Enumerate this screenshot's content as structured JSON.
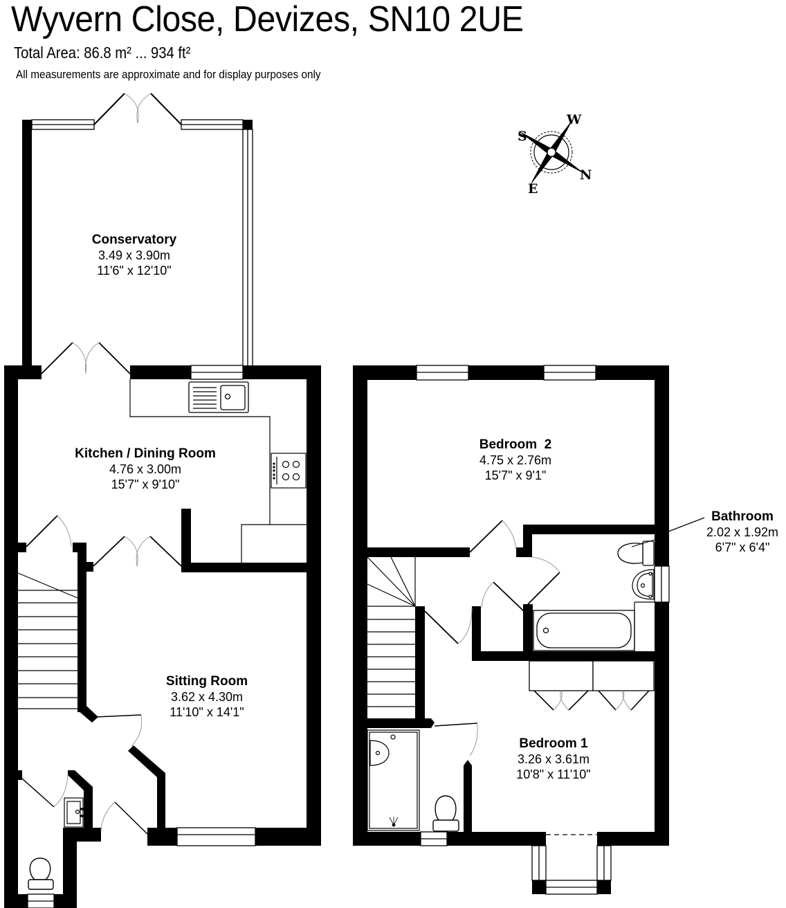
{
  "header": {
    "title": "Wyvern Close, Devizes, SN10 2UE",
    "total_area": "Total Area: 86.8 m² ... 934 ft²",
    "disclaimer": "All measurements are approximate and for display purposes only"
  },
  "compass": {
    "icon": "compass-rose-icon",
    "letters": {
      "north": "N",
      "south": "S",
      "east": "E",
      "west": "W"
    }
  },
  "ground_floor": {
    "rooms": [
      {
        "id": "conservatory",
        "name": "Conservatory",
        "metric": "3.49 x 3.90m",
        "imperial": "11'6\" x 12'10\""
      },
      {
        "id": "kitchen",
        "name": "Kitchen / Dining Room",
        "metric": "4.76 x 3.00m",
        "imperial": "15'7\" x 9'10\""
      },
      {
        "id": "sitting",
        "name": "Sitting Room",
        "metric": "3.62 x 4.30m",
        "imperial": "11'10\" x 14'1\""
      }
    ],
    "fixtures": [
      "sink-icon",
      "hob-icon",
      "staircase-icon",
      "toilet-icon",
      "washbasin-icon"
    ]
  },
  "first_floor": {
    "rooms": [
      {
        "id": "bedroom2",
        "name": "Bedroom  2",
        "metric": "4.75 x 2.76m",
        "imperial": "15'7\" x 9'1\""
      },
      {
        "id": "bathroom",
        "name": "Bathroom",
        "metric": "2.02 x 1.92m",
        "imperial": "6'7\" x 6'4\""
      },
      {
        "id": "bedroom1",
        "name": "Bedroom 1",
        "metric": "3.26 x 3.61m",
        "imperial": "10'8\" x 11'10\""
      }
    ],
    "fixtures": [
      "bath-icon",
      "toilet-icon",
      "washbasin-icon",
      "shower-tray-icon",
      "staircase-icon",
      "wardrobe-icon"
    ]
  },
  "colors": {
    "wall": "#000000",
    "background": "#ffffff",
    "door_arc": "#999999"
  }
}
